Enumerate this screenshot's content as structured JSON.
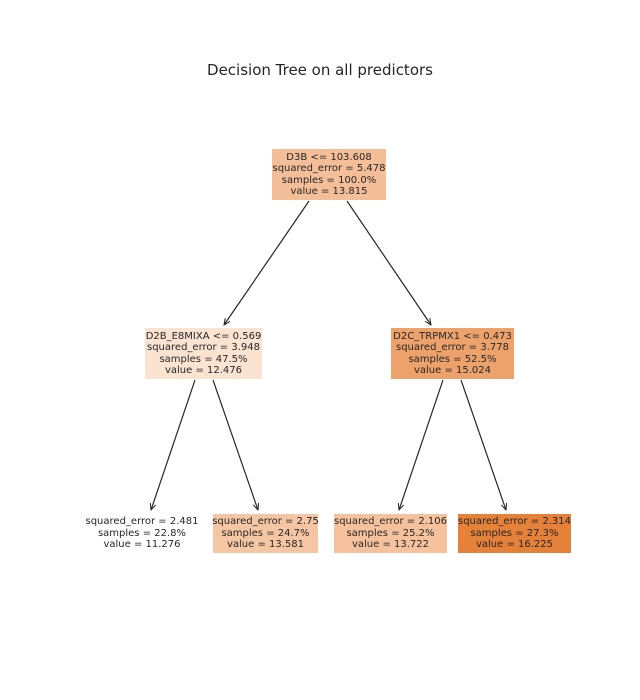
{
  "title": "Decision Tree on all predictors",
  "tree": {
    "root": {
      "lines": [
        "D3B <= 103.608",
        "squared_error = 5.478",
        "samples = 100.0%",
        "value = 13.815"
      ],
      "fill": "#f4be98"
    },
    "left": {
      "lines": [
        "D2B_E8MIXA <= 0.569",
        "squared_error = 3.948",
        "samples = 47.5%",
        "value = 12.476"
      ],
      "fill": "#fbe3d2"
    },
    "right": {
      "lines": [
        "D2C_TRPMX1 <= 0.473",
        "squared_error = 3.778",
        "samples = 52.5%",
        "value = 15.024"
      ],
      "fill": "#eda26c"
    },
    "leaf_ll": {
      "lines": [
        "squared_error = 2.481",
        "samples = 22.8%",
        "value = 11.276"
      ],
      "fill": "#ffffff"
    },
    "leaf_lr": {
      "lines": [
        "squared_error = 2.75",
        "samples = 24.7%",
        "value = 13.581"
      ],
      "fill": "#f5c6a4"
    },
    "leaf_rl": {
      "lines": [
        "squared_error = 2.106",
        "samples = 25.2%",
        "value = 13.722"
      ],
      "fill": "#f5c29d"
    },
    "leaf_rr": {
      "lines": [
        "squared_error = 2.314",
        "samples = 27.3%",
        "value = 16.225"
      ],
      "fill": "#e58139"
    }
  }
}
